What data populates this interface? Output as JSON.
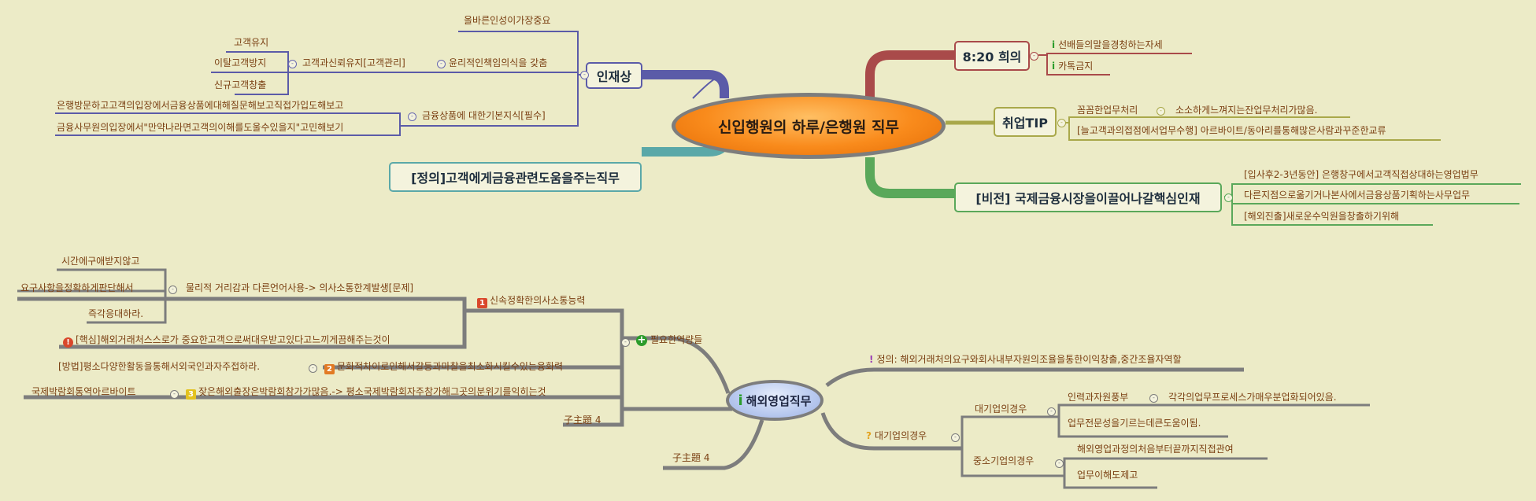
{
  "top": {
    "center": "신입행원의 하루/은행원 직무",
    "talent": {
      "label": "인재상",
      "items": [
        "올바른인성이가장중요",
        "윤리적인책임의식을 갖춤",
        "고객과신뢰유지[고객관리]",
        "고객유지",
        "이탈고객방지",
        "신규고객창출",
        "금융상품에 대한기본지식[필수]",
        "은행방문하고고객의입장에서금융상품에대해질문해보고직접가입도해보고",
        "금융사무원의입장에서\"만약나라면고객의이해를도울수있을지\"고민해보기"
      ]
    },
    "definition": "[정의]고객에게금융관련도움을주는직무",
    "meeting": {
      "label": "8:20 희의",
      "items": [
        "선배들의말을경청하는자세",
        "카톡금지"
      ]
    },
    "tip": {
      "label": "취업TIP",
      "items": [
        "꼼꼼한업무처리",
        "소소하게느껴지는잔업무처리가많음.",
        "[늘고객과의접점에서업무수행] 아르바이트/동아리를통해많은사람과꾸준한교류"
      ]
    },
    "vision": {
      "label": "[비전] 국제금융시장을이끌어나갈핵심인재",
      "items": [
        "[입사후2-3년동안] 은행창구에서고객직접상대하는영업법무",
        "다른지점으로옮기거나본사에서금융상품기획하는사무업무",
        "[해외진출]새로운수익원을창출하기위해"
      ]
    }
  },
  "bottom": {
    "center": "해외영업직무",
    "abilities": {
      "label": "필요한역량들",
      "items": [
        "신속정확한의사소통능력",
        "물리적 거리감과 다른언어사용-> 의사소통한계발생[문제]",
        "시간에구애받지않고",
        "요구사항을정확하게판단해서",
        "즉각응대하라.",
        "[핵심]해외거래처스스로가 중요한고객으로써대우받고있다고느끼게끔해주는것이",
        "문화적차이로인해서갈등과마찰을최소화시킬수있는융화력",
        "[방법]평소다양한활동을통해서외국인과자주접하라.",
        "잦은해외출장은박람회참가가많음.-> 평소국제박람회자주참가해그곳의분위기를익히는것",
        "국제박람회통역아르바이트",
        "子主題 4"
      ]
    },
    "subtopic": "子主題 4",
    "definition": "정의: 해외거래처의요구와회사내부자원의조율을통한이익창출,중간조율자역할",
    "bigcorp": {
      "label": "대기업의경우",
      "items": [
        "대기업의경우",
        "인력과자원풍부",
        "각각의업무프로세스가매우분업화되어있음.",
        "업무전문성을기르는데큰도움이됨.",
        "중소기업의경우",
        "해외영업과정의처음부터끝까지직접관여",
        "업무이해도제고"
      ]
    },
    "badges": [
      "1",
      "2",
      "3"
    ]
  },
  "colors": {
    "background": "#ecebc7",
    "talent": "#5b5ba8",
    "meeting": "#a94a4a",
    "tip": "#a9a84a",
    "vision": "#5aa85a",
    "definition": "#5aa8a8",
    "bottom": "#7d7d7d"
  }
}
